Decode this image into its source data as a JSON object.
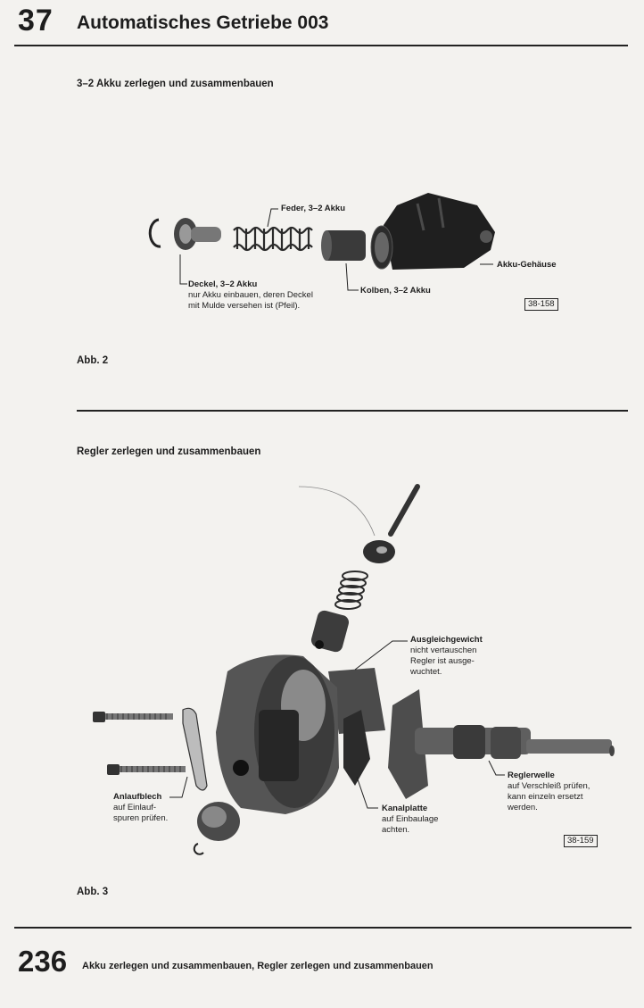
{
  "header": {
    "chapter": "37",
    "title": "Automatisches Getriebe 003"
  },
  "section1": {
    "heading": "3–2 Akku zerlegen und zusammenbauen",
    "labels": {
      "feder": "Feder, 3–2 Akku",
      "gehaeuse": "Akku-Gehäuse",
      "deckel_title": "Deckel, 3–2 Akku",
      "deckel_line1": "nur Akku einbauen, deren Deckel",
      "deckel_line2": "mit Mulde versehen ist (Pfeil).",
      "kolben": "Kolben, 3–2 Akku"
    },
    "figure_ref": "38-158",
    "caption": "Abb. 2"
  },
  "section2": {
    "heading": "Regler zerlegen und zusammenbauen",
    "labels": {
      "ausgleich_title": "Ausgleichgewicht",
      "ausgleich_line1": "nicht vertauschen",
      "ausgleich_line2": "Regler ist ausge-",
      "ausgleich_line3": "wuchtet.",
      "anlauf_title": "Anlaufblech",
      "anlauf_line1": "auf Einlauf-",
      "anlauf_line2": "spuren prüfen.",
      "kanal_title": "Kanalplatte",
      "kanal_line1": "auf Einbaulage",
      "kanal_line2": "achten.",
      "welle_title": "Reglerwelle",
      "welle_line1": "auf Verschleiß prüfen,",
      "welle_line2": "kann einzeln ersetzt",
      "welle_line3": "werden."
    },
    "figure_ref": "38-159",
    "caption": "Abb. 3"
  },
  "footer": {
    "page_number": "236",
    "text": "Akku zerlegen und zusammenbauen, Regler zerlegen und zusammenbauen"
  }
}
